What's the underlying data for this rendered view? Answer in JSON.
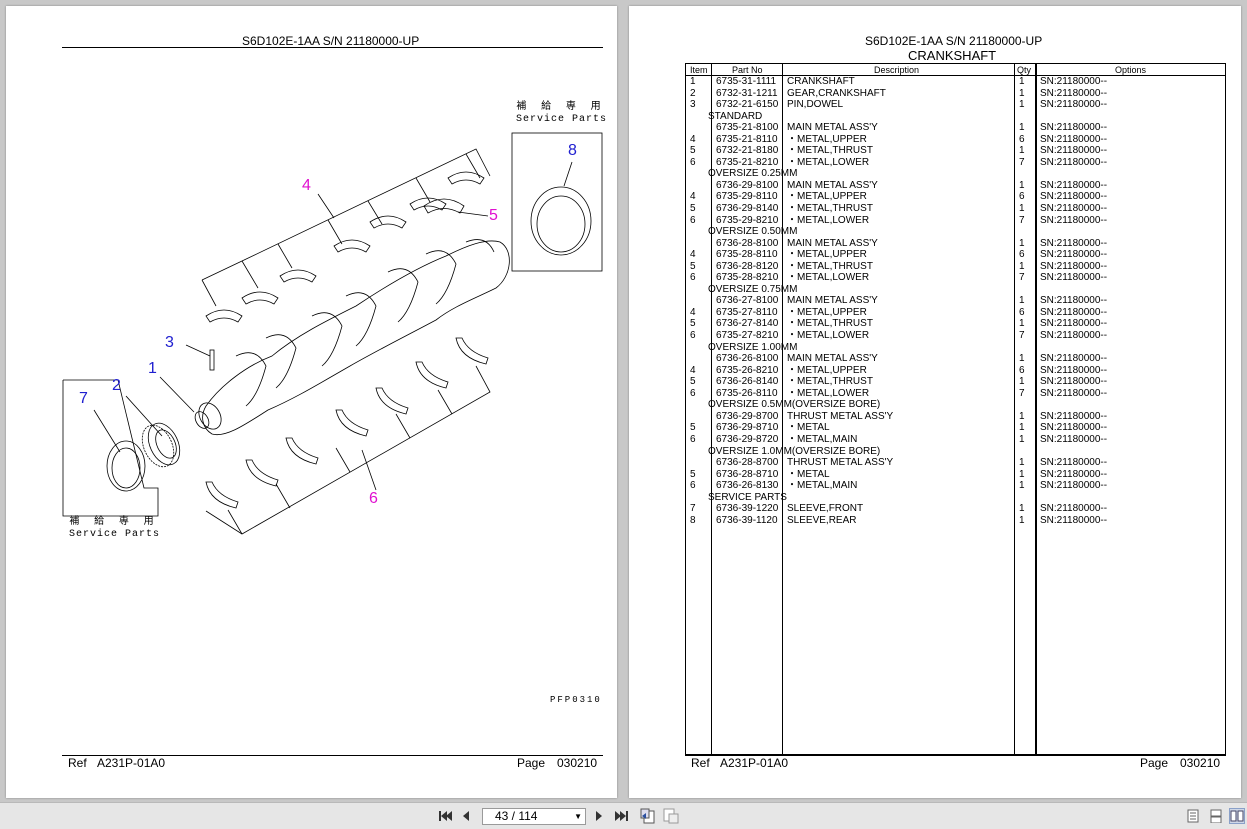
{
  "left_page": {
    "title": "S6D102E-1AA S/N 21180000-UP",
    "ref_label": "Ref",
    "ref_value": "A231P-01A0",
    "page_label": "Page",
    "page_value": "030210",
    "drawing_code": "PFP0310",
    "service_parts_jp": "補 給 専 用",
    "service_parts_en": "Service Parts",
    "callouts": [
      "1",
      "2",
      "3",
      "4",
      "5",
      "6",
      "7",
      "8"
    ]
  },
  "right_page": {
    "title": "S6D102E-1AA S/N 21180000-UP",
    "subtitle": "CRANKSHAFT",
    "ref_label": "Ref",
    "ref_value": "A231P-01A0",
    "page_label": "Page",
    "page_value": "030210",
    "table": {
      "headers": {
        "item": "Item",
        "part": "Part No",
        "desc": "Description",
        "qty": "Qty",
        "opt": "Options"
      },
      "rows": [
        {
          "item": "1",
          "part": "6735-31-1111",
          "desc": "CRANKSHAFT",
          "qty": "1",
          "opt": "SN:21180000--"
        },
        {
          "item": "2",
          "part": "6732-31-1211",
          "desc": "GEAR,CRANKSHAFT",
          "qty": "1",
          "opt": "SN:21180000--"
        },
        {
          "item": "3",
          "part": "6732-21-6150",
          "desc": "PIN,DOWEL",
          "qty": "1",
          "opt": "SN:21180000--"
        },
        {
          "section": "STANDARD"
        },
        {
          "item": "",
          "part": "6735-21-8100",
          "desc": "MAIN METAL ASS'Y",
          "qty": "1",
          "opt": "SN:21180000--"
        },
        {
          "item": "4",
          "part": "6735-21-8110",
          "desc": "・METAL,UPPER",
          "qty": "6",
          "opt": "SN:21180000--"
        },
        {
          "item": "5",
          "part": "6732-21-8180",
          "desc": "・METAL,THRUST",
          "qty": "1",
          "opt": "SN:21180000--"
        },
        {
          "item": "6",
          "part": "6735-21-8210",
          "desc": "・METAL,LOWER",
          "qty": "7",
          "opt": "SN:21180000--"
        },
        {
          "section": "OVERSIZE 0.25MM"
        },
        {
          "item": "",
          "part": "6736-29-8100",
          "desc": "MAIN METAL ASS'Y",
          "qty": "1",
          "opt": "SN:21180000--"
        },
        {
          "item": "4",
          "part": "6735-29-8110",
          "desc": "・METAL,UPPER",
          "qty": "6",
          "opt": "SN:21180000--"
        },
        {
          "item": "5",
          "part": "6736-29-8140",
          "desc": "・METAL,THRUST",
          "qty": "1",
          "opt": "SN:21180000--"
        },
        {
          "item": "6",
          "part": "6735-29-8210",
          "desc": "・METAL,LOWER",
          "qty": "7",
          "opt": "SN:21180000--"
        },
        {
          "section": "OVERSIZE 0.50MM"
        },
        {
          "item": "",
          "part": "6736-28-8100",
          "desc": "MAIN METAL ASS'Y",
          "qty": "1",
          "opt": "SN:21180000--"
        },
        {
          "item": "4",
          "part": "6735-28-8110",
          "desc": "・METAL,UPPER",
          "qty": "6",
          "opt": "SN:21180000--"
        },
        {
          "item": "5",
          "part": "6736-28-8120",
          "desc": "・METAL,THRUST",
          "qty": "1",
          "opt": "SN:21180000--"
        },
        {
          "item": "6",
          "part": "6735-28-8210",
          "desc": "・METAL,LOWER",
          "qty": "7",
          "opt": "SN:21180000--"
        },
        {
          "section": "OVERSIZE 0.75MM"
        },
        {
          "item": "",
          "part": "6736-27-8100",
          "desc": "MAIN METAL ASS'Y",
          "qty": "1",
          "opt": "SN:21180000--"
        },
        {
          "item": "4",
          "part": "6735-27-8110",
          "desc": "・METAL,UPPER",
          "qty": "6",
          "opt": "SN:21180000--"
        },
        {
          "item": "5",
          "part": "6736-27-8140",
          "desc": "・METAL,THRUST",
          "qty": "1",
          "opt": "SN:21180000--"
        },
        {
          "item": "6",
          "part": "6735-27-8210",
          "desc": "・METAL,LOWER",
          "qty": "7",
          "opt": "SN:21180000--"
        },
        {
          "section": "OVERSIZE 1.00MM"
        },
        {
          "item": "",
          "part": "6736-26-8100",
          "desc": "MAIN METAL ASS'Y",
          "qty": "1",
          "opt": "SN:21180000--"
        },
        {
          "item": "4",
          "part": "6735-26-8210",
          "desc": "・METAL,UPPER",
          "qty": "6",
          "opt": "SN:21180000--"
        },
        {
          "item": "5",
          "part": "6736-26-8140",
          "desc": "・METAL,THRUST",
          "qty": "1",
          "opt": "SN:21180000--"
        },
        {
          "item": "6",
          "part": "6735-26-8110",
          "desc": "・METAL,LOWER",
          "qty": "7",
          "opt": "SN:21180000--"
        },
        {
          "section": "OVERSIZE 0.5MM(OVERSIZE BORE)"
        },
        {
          "item": "",
          "part": "6736-29-8700",
          "desc": "THRUST METAL ASS'Y",
          "qty": "1",
          "opt": "SN:21180000--"
        },
        {
          "item": "5",
          "part": "6736-29-8710",
          "desc": "・METAL",
          "qty": "1",
          "opt": "SN:21180000--"
        },
        {
          "item": "6",
          "part": "6736-29-8720",
          "desc": "・METAL,MAIN",
          "qty": "1",
          "opt": "SN:21180000--"
        },
        {
          "section": "OVERSIZE 1.0MM(OVERSIZE BORE)"
        },
        {
          "item": "",
          "part": "6736-28-8700",
          "desc": "THRUST METAL ASS'Y",
          "qty": "1",
          "opt": "SN:21180000--"
        },
        {
          "item": "5",
          "part": "6736-28-8710",
          "desc": "・METAL",
          "qty": "1",
          "opt": "SN:21180000--"
        },
        {
          "item": "6",
          "part": "6736-26-8130",
          "desc": "・METAL,MAIN",
          "qty": "1",
          "opt": "SN:21180000--"
        },
        {
          "section": "SERVICE PARTS"
        },
        {
          "item": "7",
          "part": "6736-39-1220",
          "desc": "SLEEVE,FRONT",
          "qty": "1",
          "opt": "SN:21180000--"
        },
        {
          "item": "8",
          "part": "6736-39-1120",
          "desc": "SLEEVE,REAR",
          "qty": "1",
          "opt": "SN:21180000--"
        }
      ]
    }
  },
  "toolbar": {
    "page_indicator": "43 / 114",
    "icons": [
      "first-page-icon",
      "prev-page-icon",
      "next-page-icon",
      "last-page-icon",
      "go-back-icon",
      "go-forward-icon",
      "single-page-view-icon",
      "continuous-view-icon",
      "two-page-view-icon"
    ]
  }
}
